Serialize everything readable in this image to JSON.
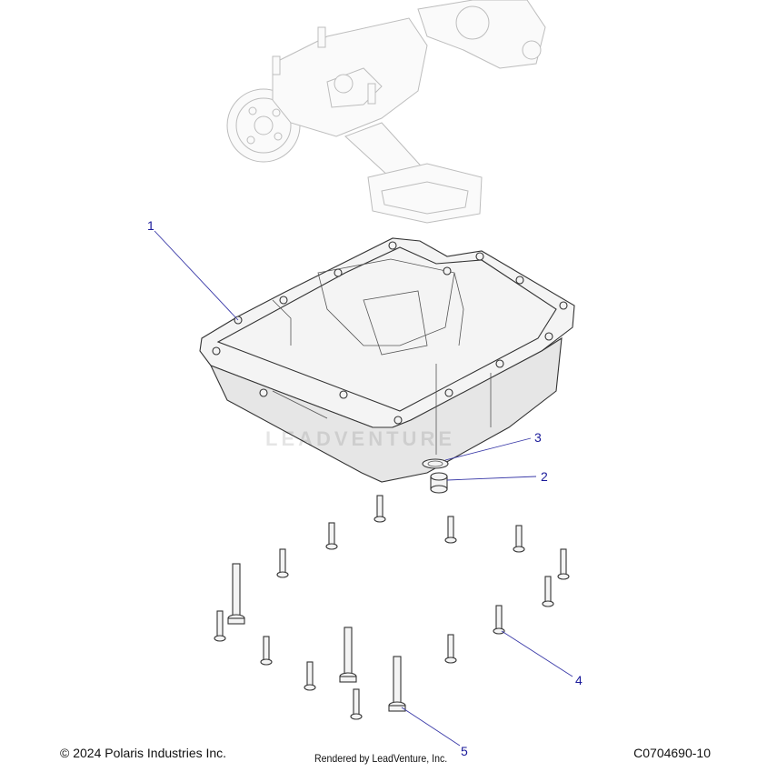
{
  "callouts": [
    {
      "id": "1",
      "label": "1"
    },
    {
      "id": "2",
      "label": "2"
    },
    {
      "id": "3",
      "label": "3"
    },
    {
      "id": "4",
      "label": "4"
    },
    {
      "id": "5",
      "label": "5"
    }
  ],
  "footer": {
    "copyright": "© 2024 Polaris Industries Inc.",
    "rendered_by": "Rendered by LeadVenture, Inc.",
    "diagram_code": "C0704690-10"
  },
  "watermark": {
    "text": "LEADVENTURE"
  },
  "colors": {
    "callout": "#1a1a9a",
    "leader": "#3a3aa8",
    "ghost_part": "#bdbdbd"
  }
}
